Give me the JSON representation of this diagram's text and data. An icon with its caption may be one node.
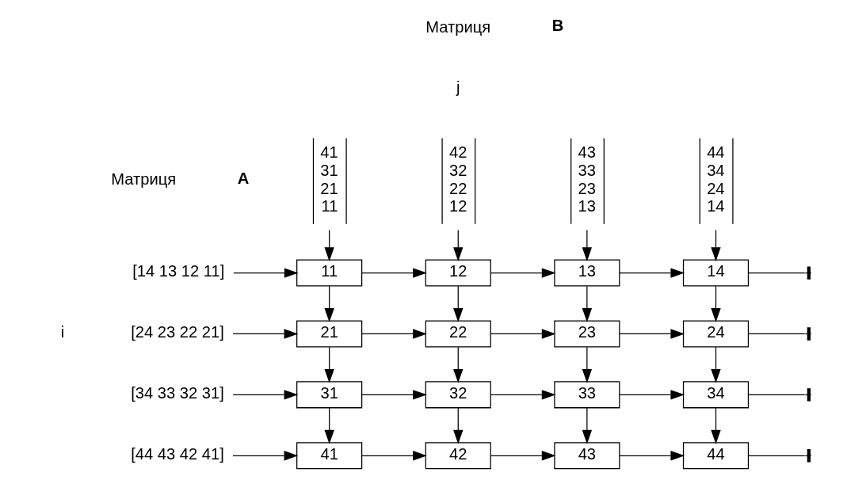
{
  "diagram": {
    "nodes": [
      {
        "text": [
          "41",
          "31",
          "21",
          "11"
        ]
      },
      {
        "text": [
          "42",
          "32",
          "22",
          "12"
        ]
      },
      {
        "text": [
          "43",
          "33",
          "23",
          "13"
        ]
      },
      {
        "text": [
          "44",
          "34",
          "24",
          "14"
        ]
      },
      {
        "text": [
          "[14 13 12 11]"
        ]
      },
      {
        "text": [
          "[24 23 22 21]"
        ]
      },
      {
        "text": [
          "[34 33 32 31]"
        ]
      },
      {
        "text": [
          "[44 43 42 41]"
        ]
      },
      {
        "text": [
          "11"
        ]
      },
      {
        "text": [
          "12"
        ]
      },
      {
        "text": [
          "13"
        ]
      },
      {
        "text": [
          "14"
        ]
      },
      {
        "text": [
          "21"
        ]
      },
      {
        "text": [
          "22"
        ]
      },
      {
        "text": [
          "23"
        ]
      },
      {
        "text": [
          "24"
        ]
      },
      {
        "text": [
          "31"
        ]
      },
      {
        "text": [
          "32"
        ]
      },
      {
        "text": [
          "33"
        ]
      },
      {
        "text": [
          "34"
        ]
      },
      {
        "text": [
          "41"
        ]
      },
      {
        "text": [
          "42"
        ]
      },
      {
        "text": [
          "43"
        ]
      },
      {
        "text": [
          "44"
        ]
      }
    ],
    "edges": [
      {
        "from": 0,
        "to": 8,
        "arrow": "to"
      },
      {
        "from": 1,
        "to": 9,
        "arrow": "to"
      },
      {
        "from": 2,
        "to": 10,
        "arrow": "to"
      },
      {
        "from": 3,
        "to": 11,
        "arrow": "to"
      },
      {
        "from": 4,
        "to": 8,
        "arrow": "to"
      },
      {
        "from": 8,
        "to": 9,
        "arrow": "to"
      },
      {
        "from": 9,
        "to": 10,
        "arrow": "to"
      },
      {
        "from": 10,
        "to": 11,
        "arrow": "to"
      },
      {
        "from": 11,
        "to": null,
        "arrow": "other"
      },
      {
        "from": 8,
        "to": 12,
        "arrow": "to"
      },
      {
        "from": 9,
        "to": 13,
        "arrow": "to"
      },
      {
        "from": 10,
        "to": 14,
        "arrow": "to"
      },
      {
        "from": 11,
        "to": 15,
        "arrow": "to"
      },
      {
        "from": 5,
        "to": 12,
        "arrow": "to"
      },
      {
        "from": 12,
        "to": 13,
        "arrow": "to"
      },
      {
        "from": 13,
        "to": 14,
        "arrow": "to"
      },
      {
        "from": 14,
        "to": 15,
        "arrow": "to"
      },
      {
        "from": 15,
        "to": null,
        "arrow": "other"
      },
      {
        "from": 12,
        "to": 16,
        "arrow": "to"
      },
      {
        "from": 13,
        "to": 17,
        "arrow": "to"
      },
      {
        "from": 14,
        "to": 18,
        "arrow": "to"
      },
      {
        "from": 15,
        "to": 19,
        "arrow": "to"
      },
      {
        "from": 6,
        "to": 16,
        "arrow": "to"
      },
      {
        "from": 16,
        "to": 17,
        "arrow": "to"
      },
      {
        "from": 17,
        "to": 18,
        "arrow": "to"
      },
      {
        "from": 18,
        "to": 19,
        "arrow": "to"
      },
      {
        "from": 19,
        "to": null,
        "arrow": "other"
      },
      {
        "from": 16,
        "to": 20,
        "arrow": "to"
      },
      {
        "from": 17,
        "to": 21,
        "arrow": "to"
      },
      {
        "from": 18,
        "to": 22,
        "arrow": "to"
      },
      {
        "from": 19,
        "to": 23,
        "arrow": "to"
      },
      {
        "from": 7,
        "to": 20,
        "arrow": "to"
      },
      {
        "from": 20,
        "to": 21,
        "arrow": "to"
      },
      {
        "from": 21,
        "to": 22,
        "arrow": "to"
      },
      {
        "from": 22,
        "to": 23,
        "arrow": "to"
      },
      {
        "from": 23,
        "to": null,
        "arrow": "other"
      }
    ],
    "labels": [
      "Матриця",
      "B",
      "j",
      "Матриця",
      "A",
      "i"
    ]
  }
}
